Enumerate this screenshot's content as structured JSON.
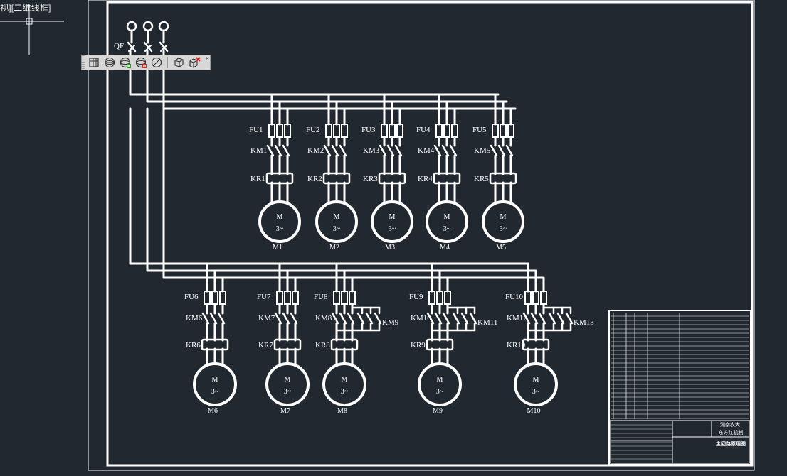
{
  "viewport": {
    "label": "视][二维线框]"
  },
  "toolbar": {
    "buttons": [
      {
        "name": "view-cube-icon"
      },
      {
        "name": "sphere-icon"
      },
      {
        "name": "sphere-plus-icon"
      },
      {
        "name": "sphere-minus-icon"
      },
      {
        "name": "sphere-slash-icon"
      },
      {
        "name": "box-icon"
      },
      {
        "name": "box-delete-icon"
      }
    ],
    "close": "×"
  },
  "diagram": {
    "breaker": "QF",
    "upper_units": [
      {
        "fu": "FU1",
        "km": "KM1",
        "kr": "KR1",
        "motor": "M1"
      },
      {
        "fu": "FU2",
        "km": "KM2",
        "kr": "KR2",
        "motor": "M2"
      },
      {
        "fu": "FU3",
        "km": "KM3",
        "kr": "KR3",
        "motor": "M3"
      },
      {
        "fu": "FU4",
        "km": "KM4",
        "kr": "KR4",
        "motor": "M4"
      },
      {
        "fu": "FU5",
        "km": "KM5",
        "kr": "KR5",
        "motor": "M5"
      }
    ],
    "lower_units": [
      {
        "fu": "FU6",
        "km": "KM6",
        "km_b": "",
        "kr": "KR6",
        "motor": "M6"
      },
      {
        "fu": "FU7",
        "km": "KM7",
        "km_b": "",
        "kr": "KR7",
        "motor": "M7"
      },
      {
        "fu": "FU8",
        "km": "KM8",
        "km_b": "KM9",
        "kr": "KR8",
        "motor": "M8"
      },
      {
        "fu": "FU9",
        "km": "KM10",
        "km_b": "KM11",
        "kr": "KR9",
        "motor": "M9"
      },
      {
        "fu": "FU10",
        "km": "KM12",
        "km_b": "KM13",
        "kr": "KR10",
        "motor": "M10"
      }
    ],
    "motor_symbol": "M",
    "motor_phase": "3~"
  },
  "title_block": {
    "school": "湖南农大",
    "course": "东方红机制",
    "title": "主回路原理图"
  },
  "colors": {
    "background": "#212830",
    "lines": "#ffffff",
    "toolbar": "#d7d7d7"
  }
}
